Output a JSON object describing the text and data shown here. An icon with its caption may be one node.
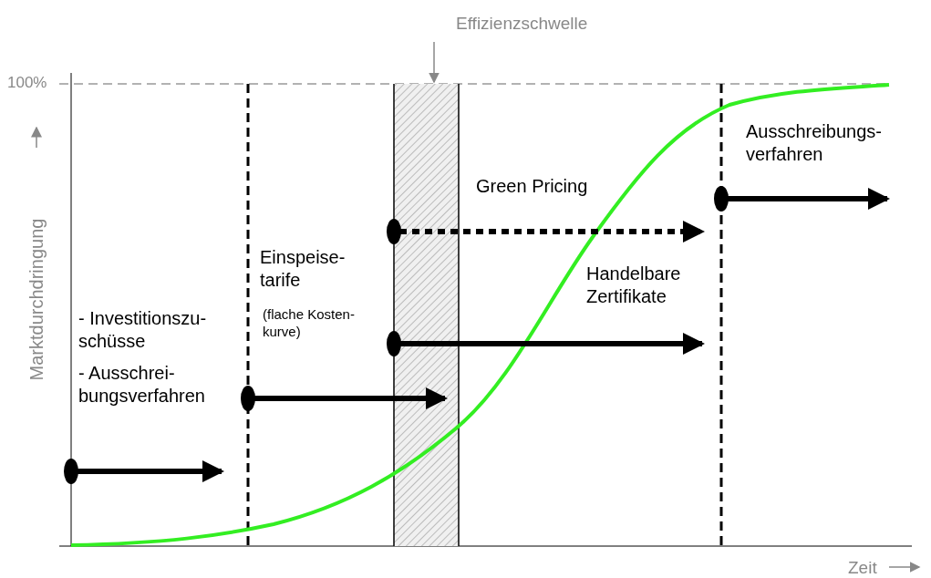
{
  "diagram": {
    "nodes": [
      {
        "text": [
          "Effizienzschwelle"
        ]
      },
      {
        "text": [],
        "shape": "bar"
      }
    ],
    "edges": [
      {
        "from": 0,
        "to": 1,
        "arrow": "to"
      }
    ],
    "labels": [
      "100%",
      "Marktdurchdringung",
      "Ausschreibungs- verfahren",
      "Green Pricing",
      "Einspeise- tarife",
      "Handelbare Zertifikate",
      "- Investitionszu- schüsse",
      "(flache Kosten- kurve)",
      "- Ausschrei- bungsverfahren",
      "Zeit"
    ]
  }
}
